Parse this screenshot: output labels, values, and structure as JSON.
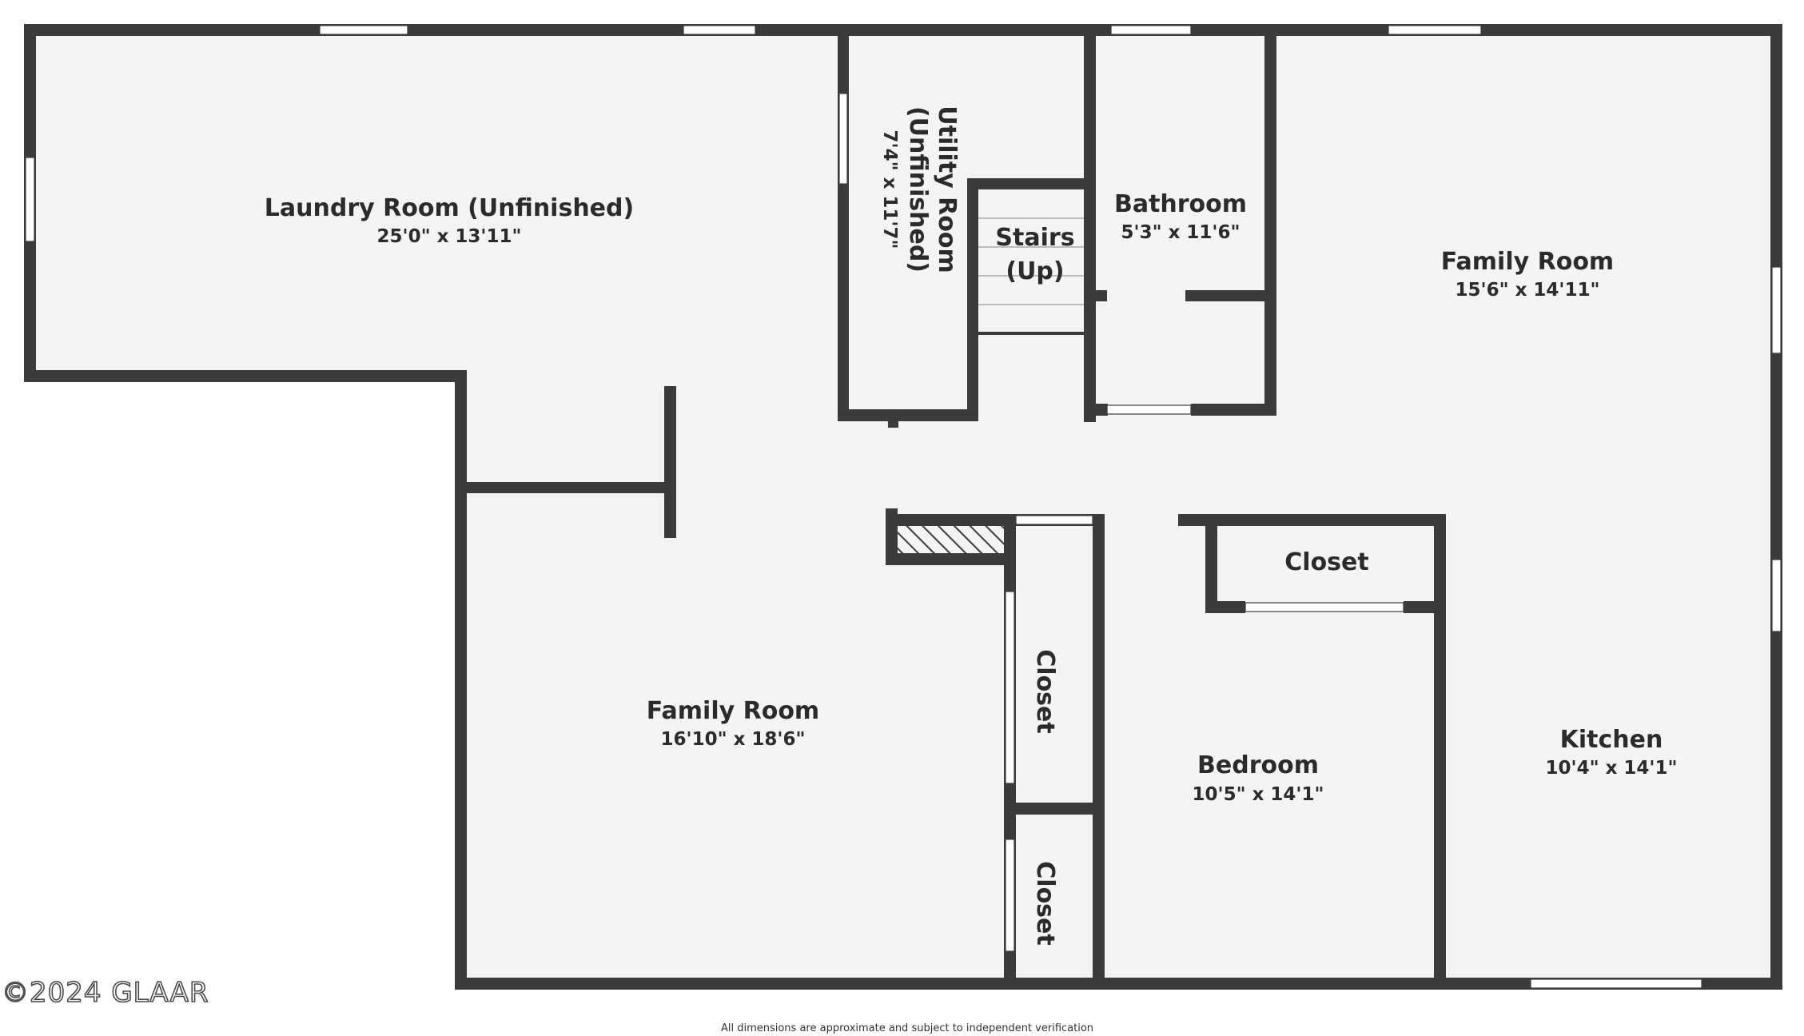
{
  "rooms": {
    "laundry": {
      "name": "Laundry Room (Unfinished)",
      "dims": "25'0\" x 13'11\""
    },
    "utility": {
      "name_line1": "Utility Room",
      "name_line2": "(Unfinished)",
      "dims": "7'4\" x 11'7\""
    },
    "stairs": {
      "name_line1": "Stairs",
      "name_line2": "(Up)"
    },
    "bathroom": {
      "name": "Bathroom",
      "dims": "5'3\" x 11'6\""
    },
    "family_room_upper": {
      "name": "Family Room",
      "dims": "15'6\" x 14'11\""
    },
    "family_room_lower": {
      "name": "Family Room",
      "dims": "16'10\" x 18'6\""
    },
    "closet_bedroom": {
      "name": "Closet"
    },
    "closet_upper": {
      "name": "Closet"
    },
    "closet_lower": {
      "name": "Closet"
    },
    "bedroom": {
      "name": "Bedroom",
      "dims": "10'5\" x 14'1\""
    },
    "kitchen": {
      "name": "Kitchen",
      "dims": "10'4\" x 14'1\""
    }
  },
  "watermark": "©2024 GLAAR",
  "disclaimer": "All dimensions are approximate and subject to independent verification",
  "colors": {
    "wall": "#3b3b3b",
    "floor": "#f4f4f4",
    "window": "#ffffff",
    "background": "#ffffff"
  }
}
